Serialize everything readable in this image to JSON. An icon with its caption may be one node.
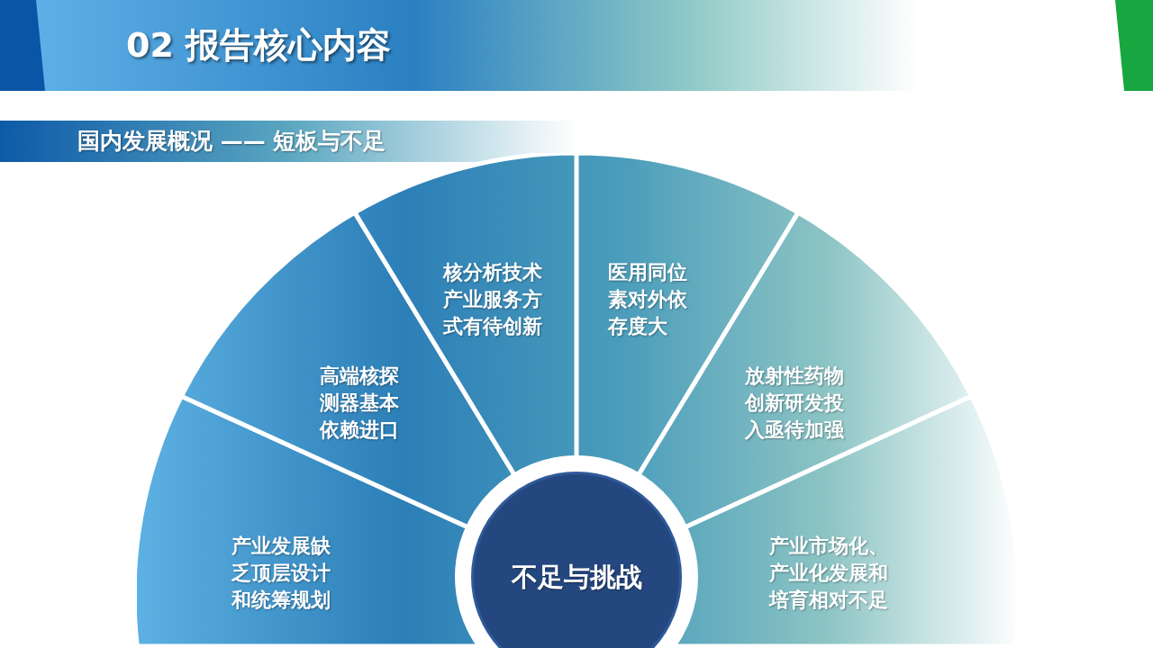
{
  "diagram": {
    "title": "02 报告核心内容",
    "nodes": [
      {
        "text": [
          "产业发展缺乏顶层设计和统筹规划"
        ]
      },
      {
        "text": [
          "高端核探测器基本依赖进口"
        ]
      },
      {
        "text": [
          "核分析技术产业服务方式有待创新"
        ]
      },
      {
        "text": [
          "医用同位素对外依存度大"
        ]
      },
      {
        "text": [
          "放射性药物创新研发投入亟待加强"
        ]
      },
      {
        "text": [
          "产业市场化、产业化发展和培育相对不足"
        ]
      },
      {
        "text": [
          "不足与挑战"
        ]
      }
    ],
    "labels": [
      "国内发展概况 —— 短板与不足"
    ]
  }
}
